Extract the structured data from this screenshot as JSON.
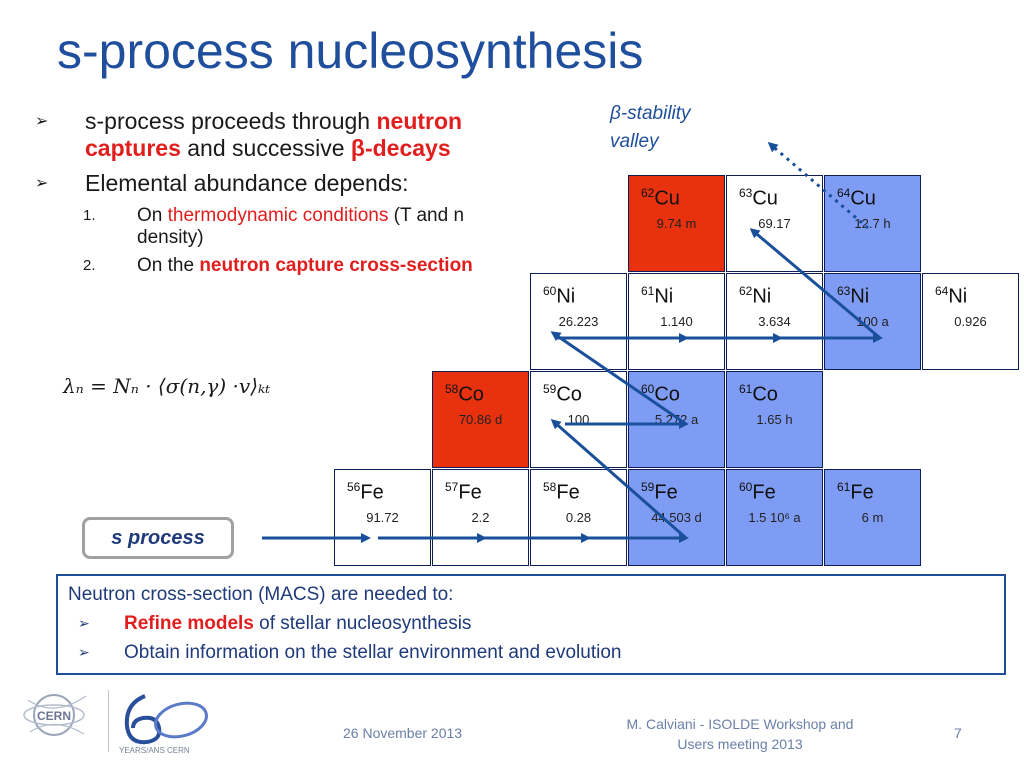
{
  "title": "s-process nucleosynthesis",
  "bullets": {
    "b1_part1": "s-process proceeds through ",
    "b1_red": "neutron captures",
    "b1_part2": " and successive ",
    "b1_red2": "β-decays",
    "b2": "Elemental abundance depends:",
    "n1_num": "1.",
    "n1_part1": "On ",
    "n1_red": "thermodynamic conditions",
    "n1_part2": " (T and n density)",
    "n2_num": "2.",
    "n2_part1": "On the ",
    "n2_red": "neutron capture cross-section"
  },
  "formula": "λₙ = Nₙ · ⟨σ(n,γ) ·v⟩ₖₜ",
  "stability_label_1": "β-stability",
  "stability_label_2": "valley",
  "s_process_label": "s process",
  "cells": [
    {
      "id": "cu62",
      "mass": "62",
      "el": "Cu",
      "val": "9.74 m",
      "color": "red"
    },
    {
      "id": "cu63",
      "mass": "63",
      "el": "Cu",
      "val": "69.17",
      "color": "white"
    },
    {
      "id": "cu64",
      "mass": "64",
      "el": "Cu",
      "val": "12.7 h",
      "color": "blue"
    },
    {
      "id": "ni60",
      "mass": "60",
      "el": "Ni",
      "val": "26.223",
      "color": "white"
    },
    {
      "id": "ni61",
      "mass": "61",
      "el": "Ni",
      "val": "1.140",
      "color": "white"
    },
    {
      "id": "ni62",
      "mass": "62",
      "el": "Ni",
      "val": "3.634",
      "color": "white"
    },
    {
      "id": "ni63",
      "mass": "63",
      "el": "Ni",
      "val": "100 a",
      "color": "blue"
    },
    {
      "id": "ni64",
      "mass": "64",
      "el": "Ni",
      "val": "0.926",
      "color": "white"
    },
    {
      "id": "co58",
      "mass": "58",
      "el": "Co",
      "val": "70.86 d",
      "color": "red"
    },
    {
      "id": "co59",
      "mass": "59",
      "el": "Co",
      "val": "100",
      "color": "white"
    },
    {
      "id": "co60",
      "mass": "60",
      "el": "Co",
      "val": "5.272 a",
      "color": "blue"
    },
    {
      "id": "co61",
      "mass": "61",
      "el": "Co",
      "val": "1.65 h",
      "color": "blue"
    },
    {
      "id": "fe56",
      "mass": "56",
      "el": "Fe",
      "val": "91.72",
      "color": "white"
    },
    {
      "id": "fe57",
      "mass": "57",
      "el": "Fe",
      "val": "2.2",
      "color": "white"
    },
    {
      "id": "fe58",
      "mass": "58",
      "el": "Fe",
      "val": "0.28",
      "color": "white"
    },
    {
      "id": "fe59",
      "mass": "59",
      "el": "Fe",
      "val": "44.503 d",
      "color": "blue"
    },
    {
      "id": "fe60",
      "mass": "60",
      "el": "Fe",
      "val": "1.5 10⁶ a",
      "color": "blue"
    },
    {
      "id": "fe61",
      "mass": "61",
      "el": "Fe",
      "val": "6 m",
      "color": "blue"
    }
  ],
  "note": {
    "intro": "Neutron cross-section (MACS) are needed to:",
    "item1_red": "Refine models",
    "item1_rest": " of stellar nucleosynthesis",
    "item2": "Obtain information on the stellar environment and evolution"
  },
  "footer": {
    "date": "26 November 2013",
    "author_1": "M. Calviani - ISOLDE Workshop and",
    "author_2": "Users meeting 2013",
    "page": "7",
    "logo_text": "CERN",
    "logo2_text": "YEARS/ANS CERN"
  },
  "colors": {
    "accent": "#1f4e9c",
    "red": "#e01e1e",
    "cell_red": "#e8320f",
    "cell_blue": "#7f9cf5",
    "arrow": "#1a4f9a"
  }
}
